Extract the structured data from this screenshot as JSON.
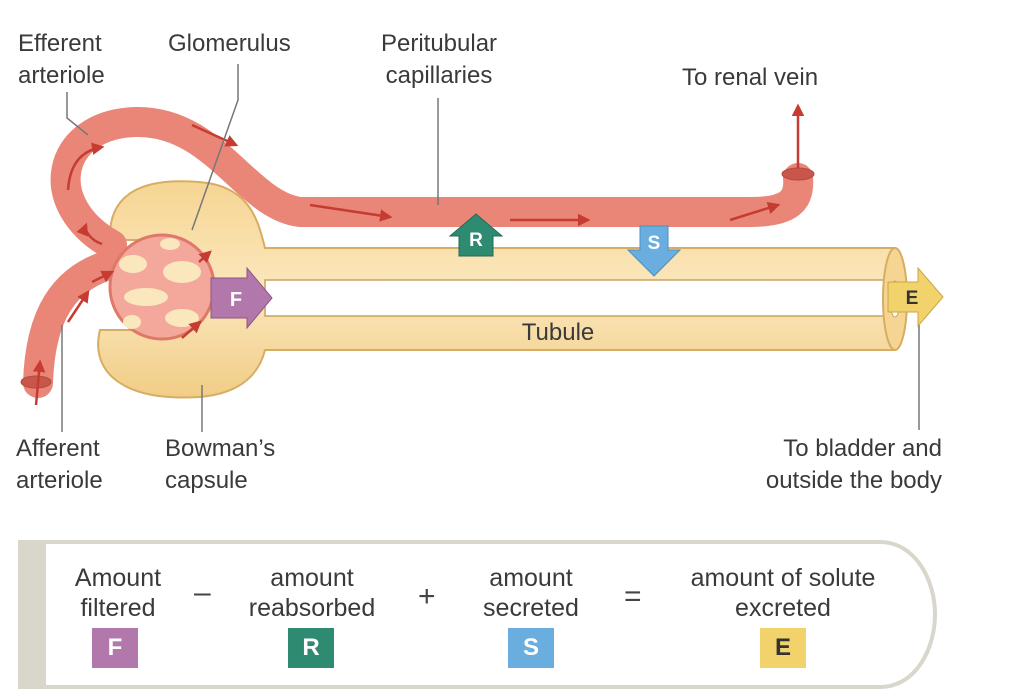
{
  "labels": {
    "efferent": "Efferent\narteriole",
    "glomerulus": "Glomerulus",
    "peritubular": "Peritubular\ncapillaries",
    "renal_vein": "To renal vein",
    "afferent": "Afferent\narteriole",
    "bowmans": "Bowman’s\ncapsule",
    "bladder": "To bladder and\noutside the body",
    "tubule": "Tubule"
  },
  "markers": {
    "F": "F",
    "R": "R",
    "S": "S",
    "E": "E"
  },
  "equation": {
    "term1": "Amount\nfiltered",
    "op1": "–",
    "term2": "amount\nreabsorbed",
    "op2": "+",
    "term3": "amount\nsecreted",
    "op3": "=",
    "term4": "amount of solute\nexcreted"
  },
  "colors": {
    "F": "#b278ab",
    "R": "#2f8a72",
    "S": "#6aaee0",
    "E": "#f2d26a",
    "vessel": "#ea8677",
    "tubule": "#f8dfa6"
  }
}
